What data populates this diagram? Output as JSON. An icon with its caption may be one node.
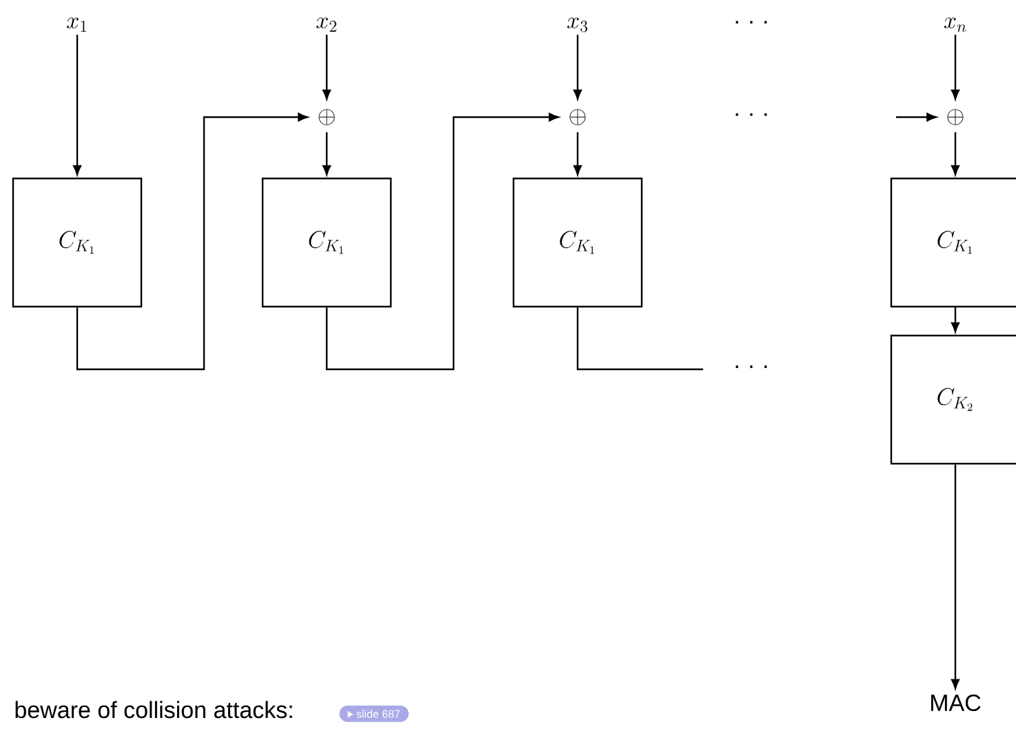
{
  "diagram": {
    "nodes": [
      {
        "text": [
          "x_1"
        ]
      },
      {
        "text": [
          "x_2"
        ]
      },
      {
        "text": [
          "x_3"
        ]
      },
      {
        "text": [
          "x_n"
        ]
      },
      {
        "text": [
          "\\oplus"
        ]
      },
      {
        "text": [
          "\\oplus"
        ]
      },
      {
        "text": [
          "\\oplus"
        ]
      },
      {
        "text": [
          "C_{K_1}"
        ]
      },
      {
        "text": [
          "C_{K_1}"
        ]
      },
      {
        "text": [
          "C_{K_1}"
        ]
      },
      {
        "text": [
          "C_{K_1}"
        ]
      },
      {
        "text": [
          "C_{K_2}"
        ]
      },
      {
        "text": [
          "MAC"
        ]
      }
    ],
    "edges": [
      {
        "from": 0,
        "to": 7,
        "arrow": "to"
      },
      {
        "from": 1,
        "to": 4,
        "arrow": "to"
      },
      {
        "from": 7,
        "to": 4,
        "arrow": "to"
      },
      {
        "from": 4,
        "to": 8,
        "arrow": "to"
      },
      {
        "from": 2,
        "to": 5,
        "arrow": "to"
      },
      {
        "from": 8,
        "to": 5,
        "arrow": "to"
      },
      {
        "from": 5,
        "to": 9,
        "arrow": "to"
      },
      {
        "from": 9,
        "to": null,
        "arrow": "none"
      },
      {
        "from": 3,
        "to": 6,
        "arrow": "to"
      },
      {
        "from": null,
        "to": 6,
        "arrow": "to"
      },
      {
        "from": 6,
        "to": 10,
        "arrow": "to"
      },
      {
        "from": 10,
        "to": 11,
        "arrow": "to"
      },
      {
        "from": 11,
        "to": 12,
        "arrow": "to"
      }
    ],
    "labels": [
      "· · ·",
      "· · ·",
      "· · ·",
      "beware of collision attacks:",
      "slide 687"
    ]
  }
}
